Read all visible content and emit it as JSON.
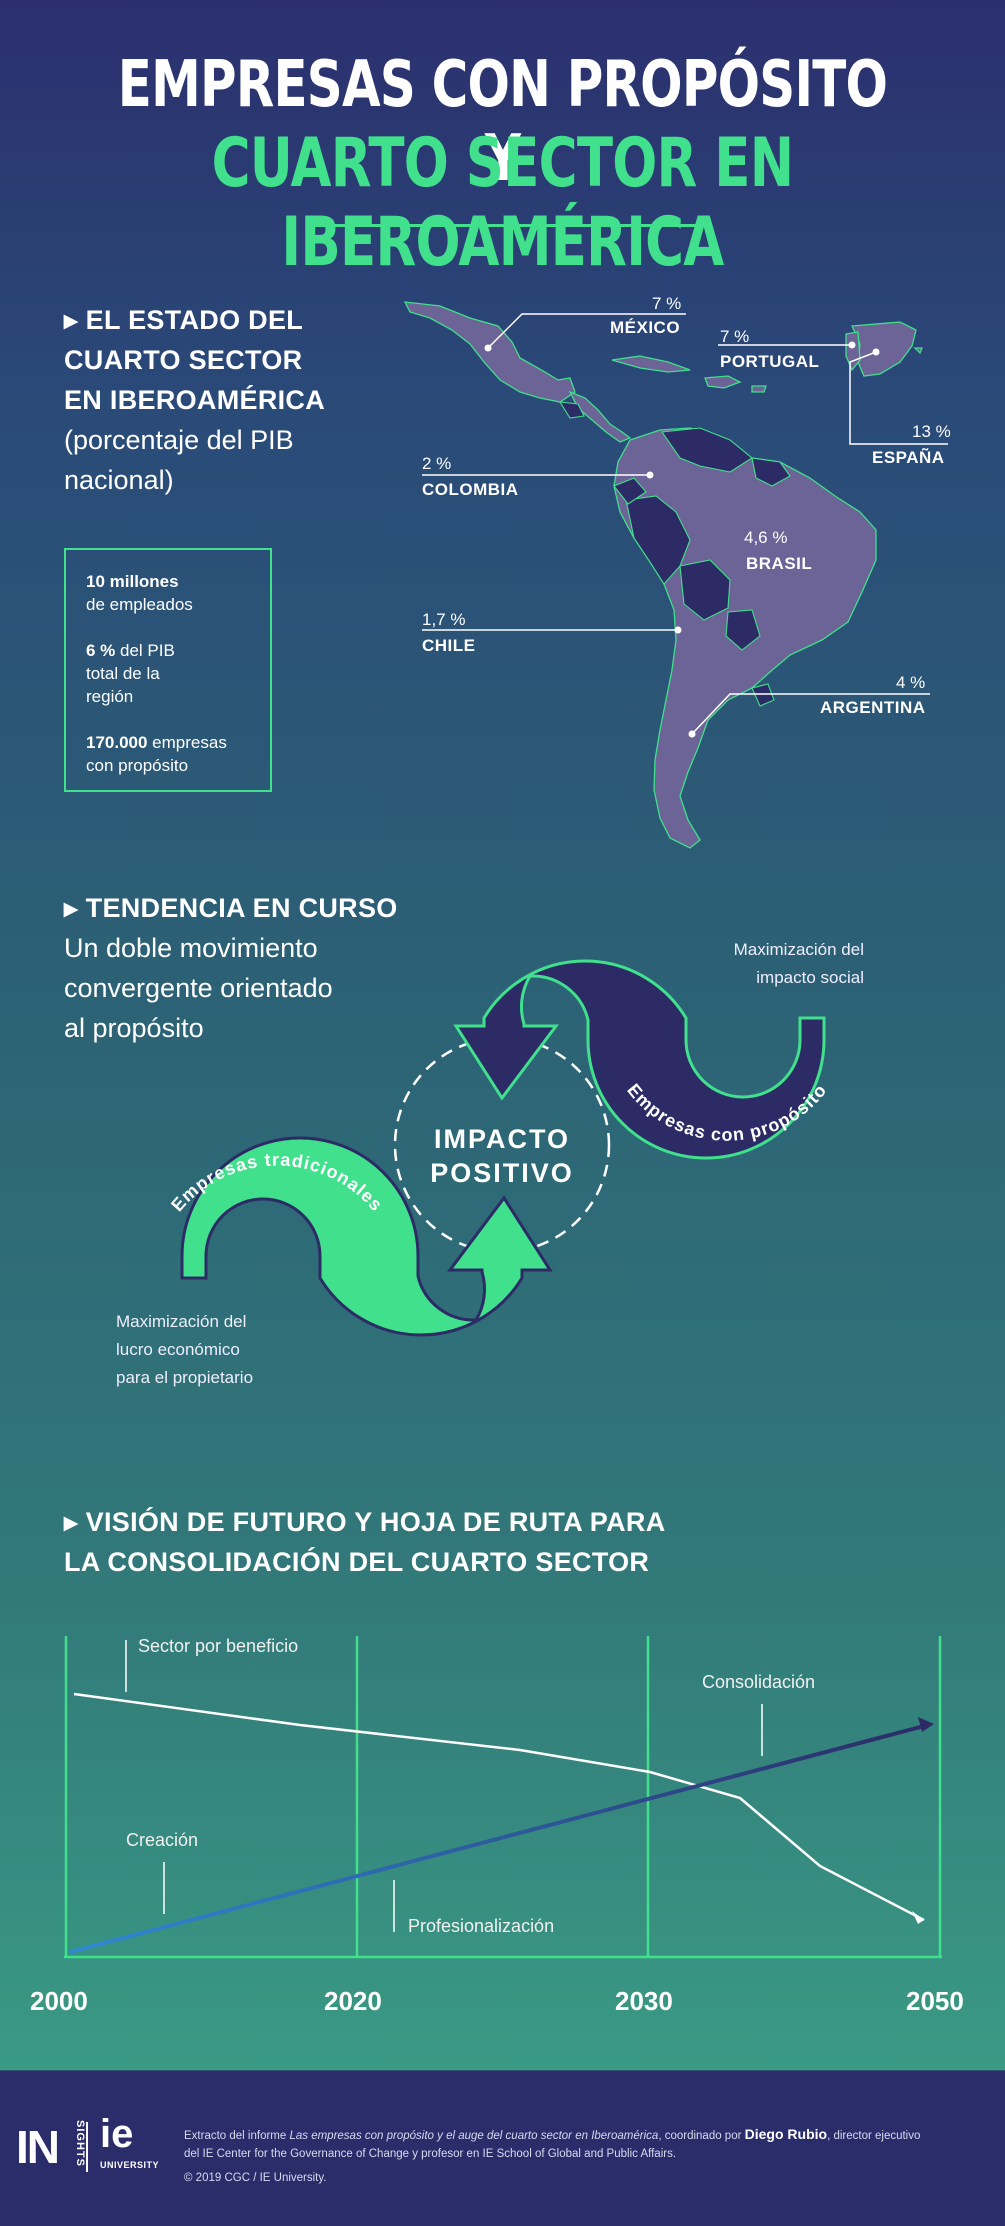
{
  "title": {
    "line1": "EMPRESAS CON PROPÓSITO Y",
    "line2": "CUARTO SECTOR EN IBEROAMÉRICA"
  },
  "section1": {
    "heading": [
      "▸ EL ESTADO DEL",
      "CUARTO SECTOR",
      "EN IBEROAMÉRICA"
    ],
    "subtitle": [
      "(porcentaje del PIB",
      "nacional)"
    ],
    "stats": [
      {
        "bold": "10 millones",
        "line1": "",
        "line2": "de empleados"
      },
      {
        "bold": "6 %",
        "line1": " del PIB",
        "line2": "total de la",
        "line3": "región"
      },
      {
        "bold": "170.000",
        "line1": " empresas",
        "line2": "con propósito"
      }
    ],
    "countries": [
      {
        "pct": "7 %",
        "name": "MÉXICO"
      },
      {
        "pct": "7 %",
        "name": "PORTUGAL"
      },
      {
        "pct": "13 %",
        "name": "ESPAÑA"
      },
      {
        "pct": "2 %",
        "name": "COLOMBIA"
      },
      {
        "pct": "4,6 %",
        "name": "BRASIL"
      },
      {
        "pct": "1,7 %",
        "name": "CHILE"
      },
      {
        "pct": "4 %",
        "name": "ARGENTINA"
      }
    ]
  },
  "section2": {
    "heading": "▸ TENDENCIA EN CURSO",
    "subtitle": [
      "Un doble movimiento",
      "convergente orientado",
      "al propósito"
    ],
    "top_right": [
      "Maximización del",
      "impacto social"
    ],
    "bottom_left": [
      "Maximización del",
      "lucro económico",
      "para el propietario"
    ],
    "center": [
      "IMPACTO",
      "POSITIVO"
    ],
    "curve_label_top": "Empresas con propósito",
    "curve_label_bottom": "Empresas tradicionales"
  },
  "section3": {
    "heading": [
      "▸ VISIÓN DE FUTURO Y HOJA DE RUTA PARA",
      "LA CONSOLIDACIÓN DEL CUARTO SECTOR"
    ],
    "labels": {
      "sector_beneficio": "Sector por beneficio",
      "consolidacion": "Consolidación",
      "creacion": "Creación",
      "profesionalizacion": "Profesionalización"
    },
    "years": [
      "2000",
      "2020",
      "2030",
      "2050"
    ]
  },
  "footer": {
    "logo_in": "IN",
    "logo_sights": "SIGHTS",
    "logo_ie": "ie",
    "logo_university": "UNIVERSITY",
    "text_a": "Extracto del informe ",
    "text_italic": "Las empresas con propósito y el auge del cuarto sector en Iberoamérica",
    "text_b": ", coordinado por ",
    "author": "Diego Rubio",
    "text_c": ", director ejecutivo",
    "line2": "del IE Center for the Governance of Change y profesor en IE School of Global and Public Affairs.",
    "copyright": "© 2019 CGC / IE University."
  },
  "colors": {
    "accent": "#40e08c",
    "navy": "#2b2d6b",
    "map_fill": "#6c6396",
    "map_dark": "#2c2b66"
  }
}
